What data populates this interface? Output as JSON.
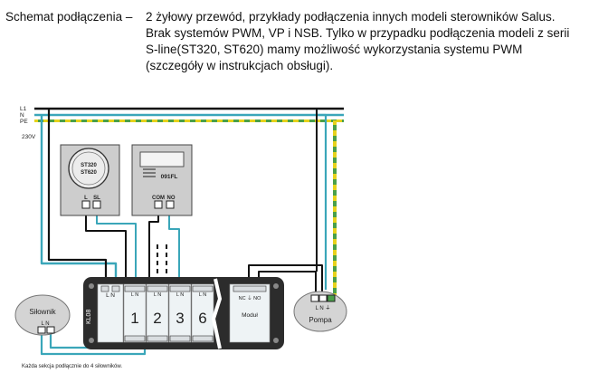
{
  "header": {
    "label": "Schemat podłączenia –",
    "lines": [
      "2 żyłowy przewód, przykłady podłączenia innych modeli sterowników Salus.",
      "Brak systemów PWM, VP i NSB. Tylko w przypadku podłączenia modeli z serii",
      "S-line(ST320, ST620) mamy możliwość wykorzystania systemu PWM",
      "(szczegóły w instrukcjach obsługi)."
    ]
  },
  "diagram": {
    "bus": {
      "l1": "L1",
      "n": "N",
      "pe": "PE",
      "voltage": "230V"
    },
    "thermostat1": {
      "line1": "ST320",
      "line2": "ST620",
      "term_l": "L",
      "term_sl": "SL"
    },
    "thermostat2": {
      "model": "091FL",
      "term_com": "COM",
      "term_no": "NO"
    },
    "strip": {
      "name": "KL08",
      "power_terms": "L  N",
      "zones": [
        "1",
        "2",
        "3",
        "6"
      ],
      "zone_terms": "L N",
      "module_label": "Moduł",
      "module_terms": "NC ⏚ NO"
    },
    "actuator": {
      "label": "Siłownik",
      "terms": "L  N"
    },
    "pump": {
      "label": "Pompa",
      "terms": "L N ⏚"
    },
    "note": "Każda sekcja podłącznie do 4 siłowników.",
    "colors": {
      "live": "#111111",
      "neutral": "#3aa6b9",
      "earth_yellow": "#e7d21c",
      "earth_green": "#4aa04a"
    }
  }
}
